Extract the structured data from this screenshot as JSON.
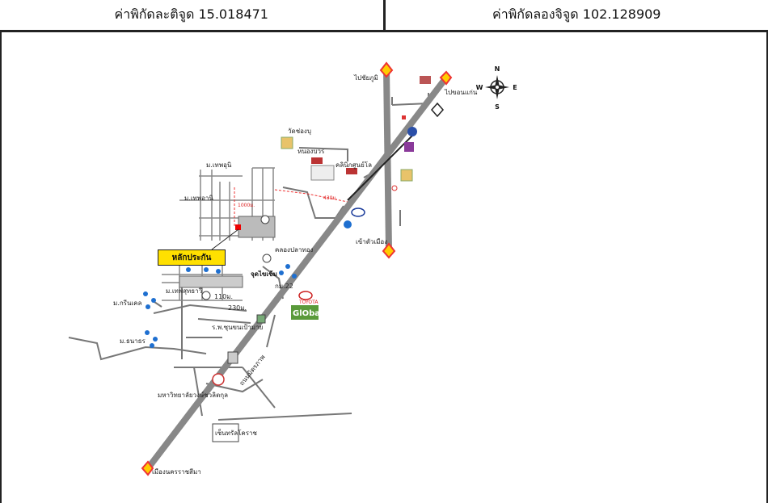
{
  "header": {
    "latitude": "ค่าพิกัดละติจูด 15.018471",
    "longitude": "ค่าพิกัดลองจิจูด 102.128909"
  },
  "compass": {
    "n": "N",
    "s": "S",
    "e": "E",
    "w": "W"
  },
  "callout": "หลักประกัน",
  "labels": {
    "to_chaiyaphum": "ไปชัยภูมิ",
    "to_khonkaen": "ไปขอนแก่น",
    "wat_nongbua": "วัดช่องบุ",
    "nong_bua": "หนองบวร",
    "college": "คลินิกศูนย์โล",
    "moo_1": "ม.เทพอุนิ",
    "moo_2": "ม.เทพอานิ",
    "dist_v": "1000ม.",
    "dist_h": "430ม.",
    "klong_plathong": "คลองปลาทอง",
    "jud_jd": "จุดไขเข้ม",
    "moo_3": "ม.เทพสุทธาวี",
    "dist_110": "110ม.",
    "green_hill": "ม.กรีนเคล",
    "dist_230": "230ม.",
    "hospital": "ร.พ.ซุนขนเป้ามาย",
    "moo_4": "ม.ธนาธร",
    "university": "มหาวิทยาลัยวงษ์ชวลิตกุล",
    "terminal": "เข้าตัวเมือง",
    "km_22": "กม.22",
    "toyota": "TOYOTA",
    "global": "GlObal",
    "highway": "ถนนมิตรภาพ",
    "korat_city": "เมืองนครราชสีมา",
    "terminal_2": "เซ็นทรัลโคราช"
  }
}
